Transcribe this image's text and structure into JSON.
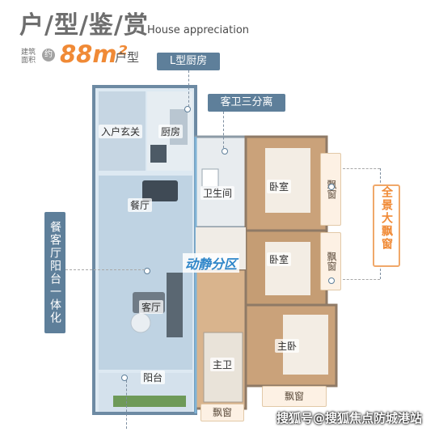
{
  "header": {
    "title_cn": "户/型/鉴/赏",
    "title_en": "House appreciation",
    "area_label": "建筑面积",
    "area_about": "约",
    "area_value": "88m²",
    "area_suffix": "户型"
  },
  "callouts": {
    "l_kitchen": "L型厨房",
    "guest_bath": "客卫三分离",
    "left_vertical": "餐客厅阳台一体化",
    "right_vertical": "全景大飘窗",
    "zone": "动静分区"
  },
  "rooms": {
    "entry": "入户玄关",
    "kitchen": "厨房",
    "dining": "餐厅",
    "bathroom": "卫生间",
    "bedroom1": "卧室",
    "bedroom2": "卧室",
    "living": "客厅",
    "master_bath": "主卫",
    "master_bed": "主卧",
    "balcony": "阳台"
  },
  "bay_windows": {
    "bay1": "飘窗",
    "bay2": "飘窗",
    "bay3": "飘窗",
    "bay4": "飘窗"
  },
  "watermark": "搜狐号@搜狐焦点防城港站",
  "colors": {
    "callout_blue": "#5e7f9a",
    "accent_orange": "#f08a36",
    "plan_blue": "#8fb4cf",
    "wood": "#caa27a"
  }
}
